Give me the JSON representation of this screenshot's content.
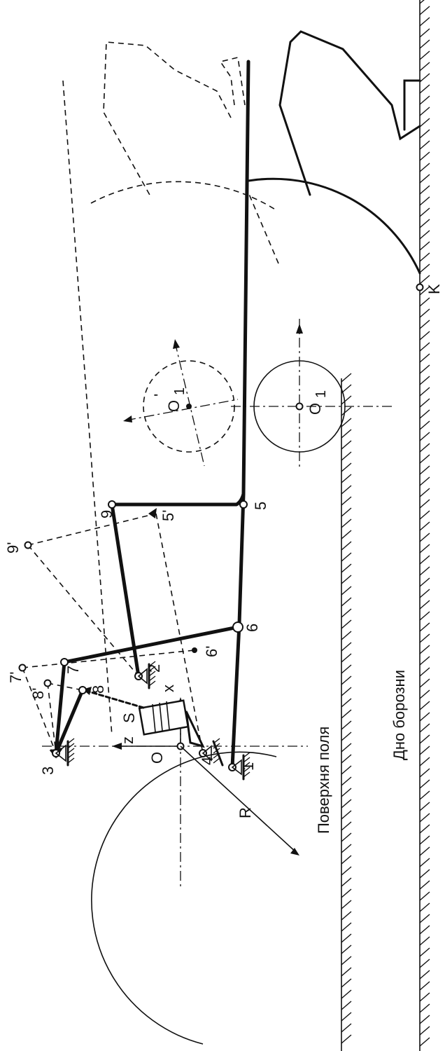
{
  "labels": {
    "O": "O",
    "z": "z",
    "x": "x",
    "R": "R",
    "O1": "O",
    "O1_sub": "1",
    "O1p": "O",
    "O1p_sub": "1",
    "O1p_prime": "'",
    "K": "K",
    "S": "S",
    "p1": "1",
    "p2": "2",
    "p3": "3",
    "p4": "4",
    "p5": "5",
    "p5p": "5'",
    "p6": "6",
    "p6p": "6'",
    "p7": "7",
    "p7p": "7'",
    "p8": "8",
    "p8p": "8'",
    "p9": "9",
    "p9p": "9'"
  },
  "captions": {
    "field_surface": "Поверхня поля",
    "furrow_bottom": "Дно борозни"
  }
}
